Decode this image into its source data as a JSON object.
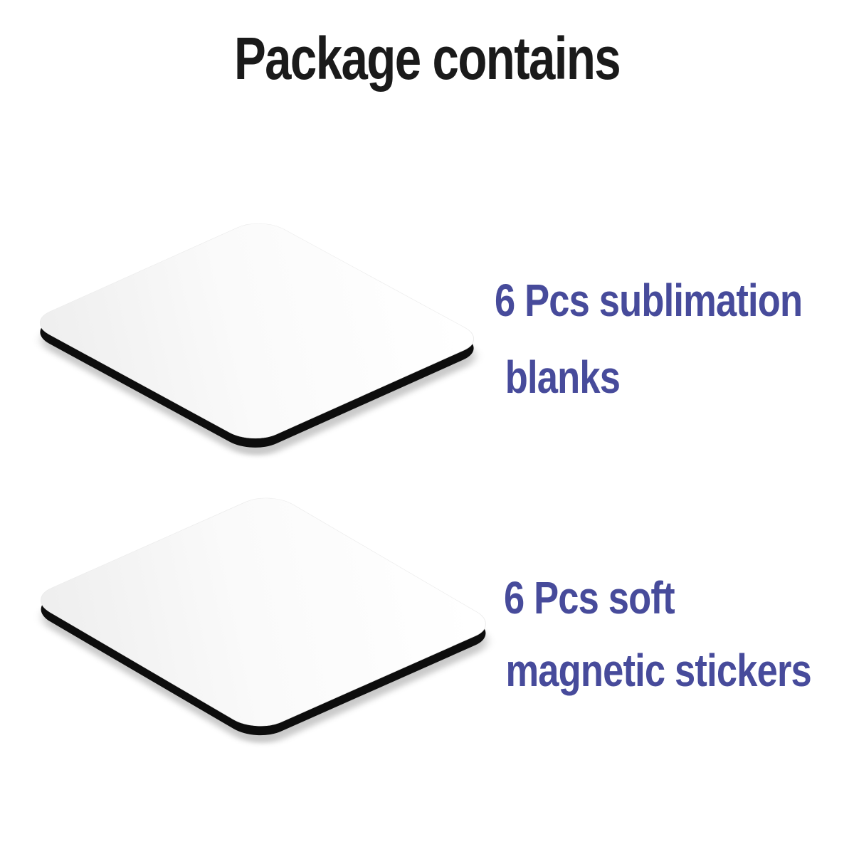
{
  "page": {
    "background_color": "#ffffff",
    "title_color": "#1a1a1a",
    "accent_color": "#474b9b"
  },
  "header": {
    "title": "Package contains"
  },
  "package_items": [
    {
      "image": "white-square-sublimation-blank",
      "label_line1": "6 Pcs sublimation",
      "label_line2": "blanks"
    },
    {
      "image": "white-square-soft-magnetic-sticker",
      "label_line1": "6 Pcs soft",
      "label_line2": "magnetic stickers"
    }
  ],
  "product_render": {
    "surface_color_light": "#ffffff",
    "surface_color_shaded": "#efefef",
    "edge_color": "#0d0d0d",
    "shadow_color": "#8a8a8a"
  }
}
